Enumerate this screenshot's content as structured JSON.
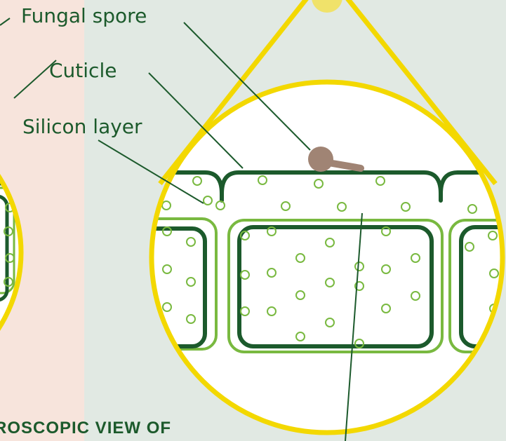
{
  "labels": {
    "fungal_spore": "Fungal spore",
    "cuticle": "Cuticle",
    "silicon_layer": "Silicon layer",
    "bottom_caption": "ROSCOPIC VIEW OF"
  },
  "colors": {
    "background_right": "#e1e9e3",
    "background_left": "#f7e4dc",
    "magnifier_ring": "#f3d800",
    "magnifier_knob": "#f0e26a",
    "dark_green": "#1c5a2c",
    "light_green": "#79b940",
    "spore": "#a08474",
    "text": "#1c5a2c"
  }
}
